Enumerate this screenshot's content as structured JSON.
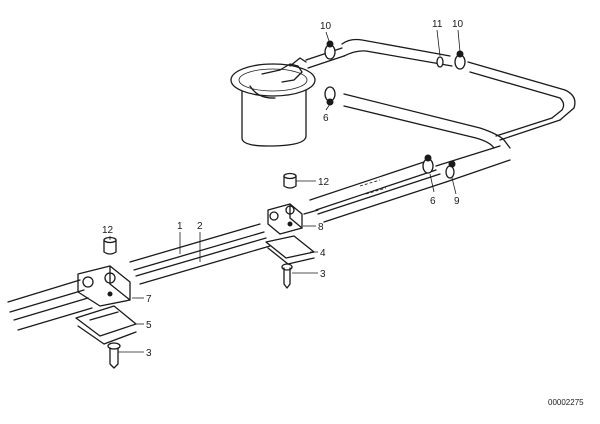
{
  "diagram": {
    "document_number": "00002275",
    "callouts": {
      "c1": "1",
      "c2": "2",
      "c3_left": "3",
      "c3_right": "3",
      "c4": "4",
      "c5": "5",
      "c6_tank": "6",
      "c6_mid": "6",
      "c7": "7",
      "c8": "8",
      "c9": "9",
      "c10_left": "10",
      "c10_right": "10",
      "c11": "11",
      "c12_left": "12",
      "c12_right": "12"
    }
  }
}
